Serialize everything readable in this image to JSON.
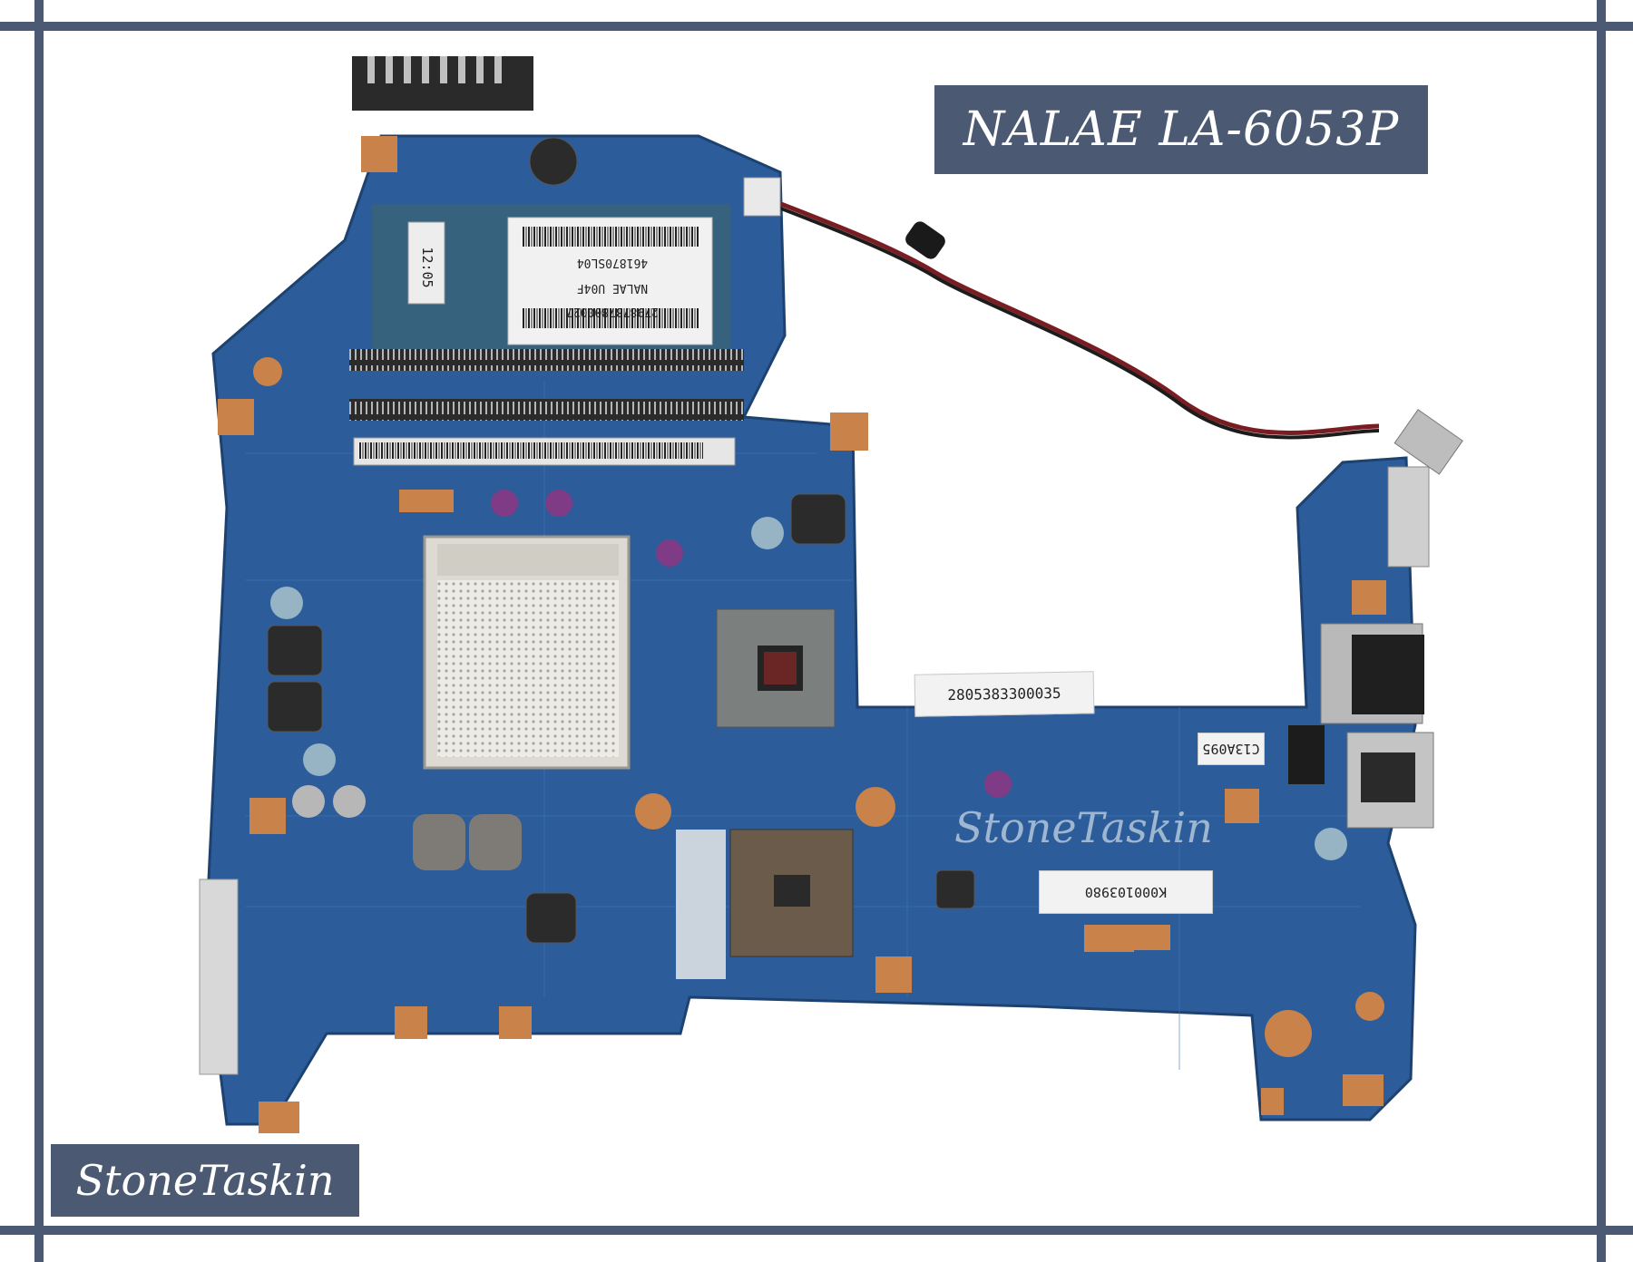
{
  "title_banner": {
    "text": "NALAE LA-6053P"
  },
  "brand_banner": {
    "text": "StoneTaskin"
  },
  "watermark": {
    "text": "StoneTaskin"
  },
  "stickers": {
    "barcode_1": "2805383300035",
    "barcode_2": "C13A095",
    "barcode_3": "K000103980",
    "ram_label_1": "2798787800027",
    "ram_label_2": "NALAE U04F",
    "ram_label_3": "461870SL04",
    "date_sticker": "12:05"
  },
  "colors": {
    "frame": "#4b5972",
    "pcb": "#2c5d9a",
    "pad": "#c9824a",
    "banner_text": "#ffffff"
  }
}
